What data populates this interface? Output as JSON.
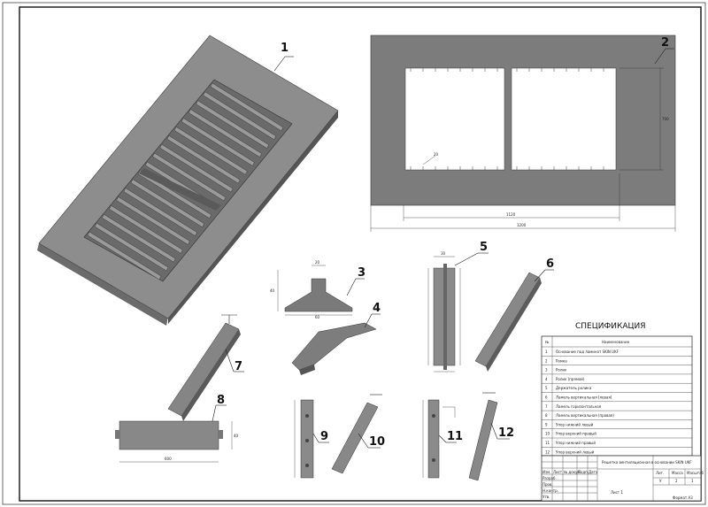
{
  "parts": [
    {
      "id": "1"
    },
    {
      "id": "2"
    },
    {
      "id": "3"
    },
    {
      "id": "4"
    },
    {
      "id": "5"
    },
    {
      "id": "6"
    },
    {
      "id": "7"
    },
    {
      "id": "8"
    },
    {
      "id": "9"
    },
    {
      "id": "10"
    },
    {
      "id": "11"
    },
    {
      "id": "12"
    }
  ],
  "dimensions": {
    "frame_width": "1200",
    "frame_height": "700",
    "frame_inner_width": "1120",
    "frame_slot": "20",
    "part3_width": "60",
    "part3_height": "40",
    "part3_top": "20",
    "part5_dim": "30",
    "part8_width": "600",
    "part8_height": "40"
  },
  "spec": {
    "title": "СПЕЦИФИКАЦИЯ",
    "header_no": "№",
    "header_name": "Наименование",
    "rows": [
      {
        "no": "1",
        "name": "Основание под ламинат SKIN UKF"
      },
      {
        "no": "2",
        "name": "Рамка"
      },
      {
        "no": "3",
        "name": "Ролик"
      },
      {
        "no": "4",
        "name": "Ролик (прямой)"
      },
      {
        "no": "5",
        "name": "Держатель ролика"
      },
      {
        "no": "6",
        "name": "Ламель вертикальная (левая)"
      },
      {
        "no": "7",
        "name": "Ламель горизонтальная"
      },
      {
        "no": "8",
        "name": "Ламель вертикальная (правая)"
      },
      {
        "no": "9",
        "name": "Упор нижний левый"
      },
      {
        "no": "10",
        "name": "Упор верхний правый"
      },
      {
        "no": "11",
        "name": "Упор нижний правый"
      },
      {
        "no": "12",
        "name": "Упор верхний левый"
      }
    ]
  },
  "title_block": {
    "description": "Решетка вентиляционная в основании SKIN UKF",
    "cols": [
      "Лит.",
      "Масса",
      "Масштаб"
    ],
    "vals": [
      "У",
      "2",
      "1"
    ],
    "headers": [
      "Изм.",
      "Лист",
      "№ докум.",
      "Подп.",
      "Дата"
    ],
    "left_rows": [
      "Разраб.",
      "Пров.",
      "Н.контр.",
      "Утв."
    ],
    "sheet": "Лист 1",
    "org": "Формат А3"
  }
}
